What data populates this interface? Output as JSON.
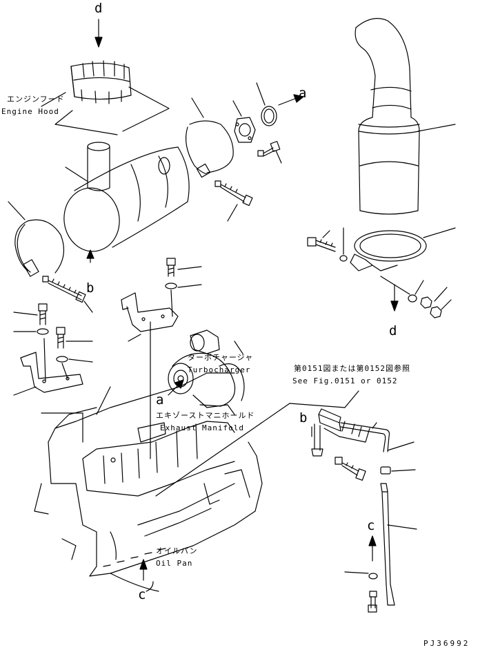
{
  "diagram": {
    "part_code": "PJ36992",
    "arrow_letters": {
      "d_top": "d",
      "d_right": "d",
      "a_upper": "a",
      "a_lower": "a",
      "b_left": "b",
      "b_right": "b",
      "c_right": "c",
      "c_bottom": "c"
    },
    "callouts": {
      "engine_hood_jp": "エンジンフード",
      "engine_hood_en": "Engine Hood",
      "turbocharger_jp": "ターボチャージャ",
      "turbocharger_en": "Turbocharger",
      "exhaust_manifold_jp": "エキゾーストマニホールド",
      "exhaust_manifold_en": "Exhaust Manifold",
      "oil_pan_jp": "オイルパン",
      "oil_pan_en": "Oil Pan",
      "see_fig_jp": "第0151図または第0152図参照",
      "see_fig_en": "See Fig.0151 or 0152"
    }
  }
}
